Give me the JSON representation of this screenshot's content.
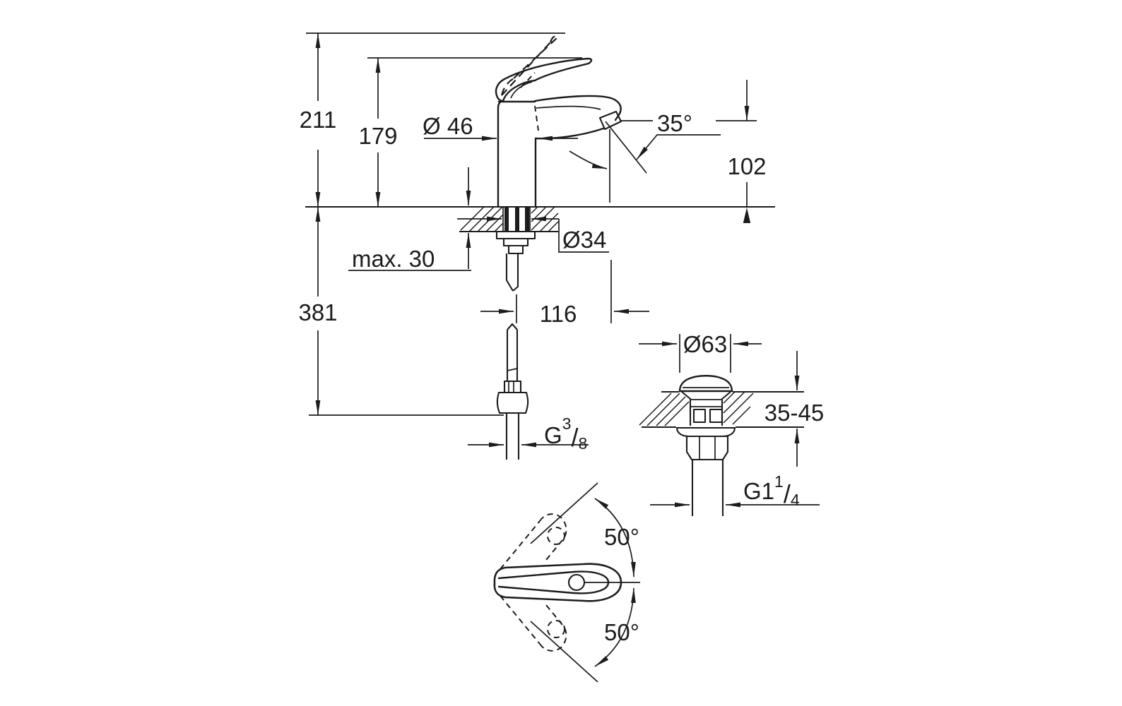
{
  "drawing": {
    "type": "technical-dimension-drawing",
    "subject": "single-lever basin mixer faucet with pop-up waste drain",
    "colors": {
      "line": "#1c1c1c",
      "background": "#ffffff"
    },
    "main_view": {
      "height_overall": "211",
      "height_spout_body": "179",
      "body_diameter": "Ø 46",
      "spray_angle": "35°",
      "spout_outlet_height": "102",
      "deck_thickness_max": "max. 30",
      "hole_diameter": "Ø34",
      "height_below_deck": "381",
      "spout_projection": "116",
      "supply_thread": {
        "base": "G",
        "sup": "3",
        "slash": "/",
        "sub": "8"
      }
    },
    "drain_view": {
      "cap_diameter": "Ø63",
      "deck_thickness_range": "35-45",
      "waste_thread": {
        "base": "G1",
        "sup": "1",
        "slash": "/",
        "sub": "4"
      }
    },
    "handle_view": {
      "swing_upper": "50°",
      "swing_lower": "50°"
    }
  }
}
